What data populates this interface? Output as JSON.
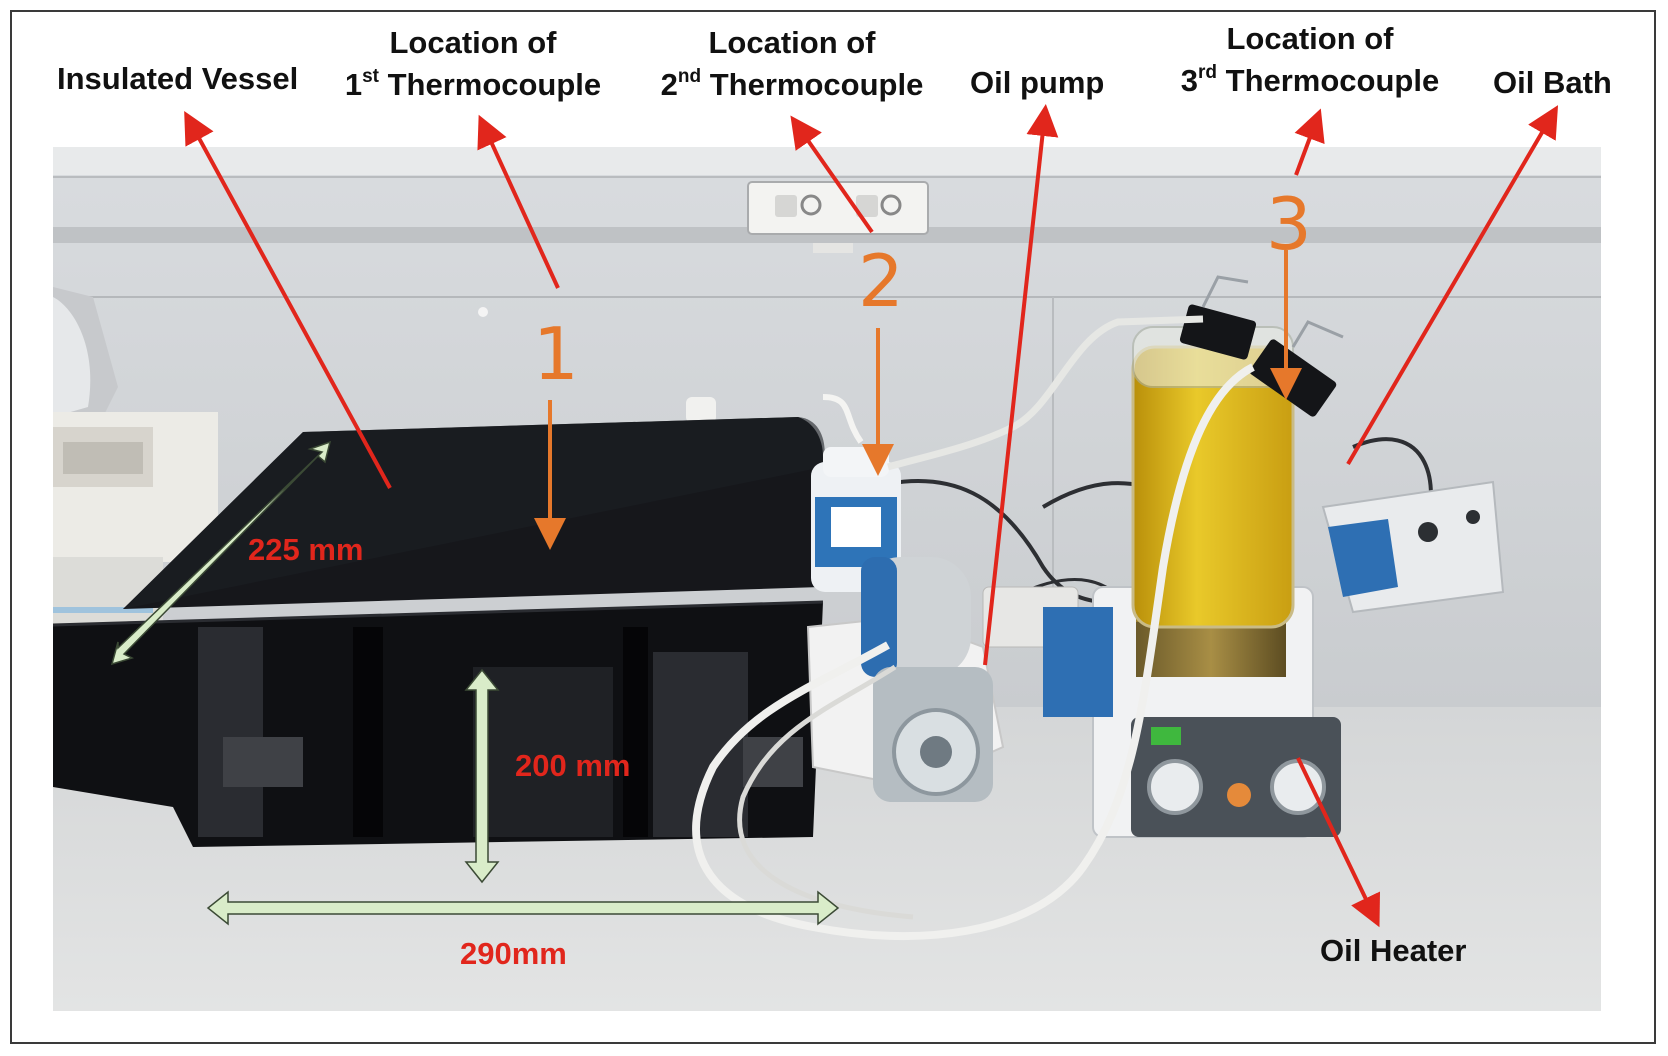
{
  "labels": {
    "insulated_vessel": "Insulated Vessel",
    "thermocouple_1": {
      "line1": "Location of",
      "prefix": "1",
      "sup": "st",
      "suffix": " Thermocouple"
    },
    "thermocouple_2": {
      "line1": "Location of",
      "prefix": "2",
      "sup": "nd",
      "suffix": " Thermocouple"
    },
    "thermocouple_3": {
      "line1": "Location of",
      "prefix": "3",
      "sup": "rd",
      "suffix": " Thermocouple"
    },
    "oil_pump": "Oil pump",
    "oil_bath": "Oil Bath",
    "oil_heater": "Oil Heater"
  },
  "dimensions": {
    "width": "225 mm",
    "height": "200 mm",
    "length": "290mm"
  },
  "markers": [
    "1",
    "2",
    "3"
  ],
  "colors": {
    "pointer_arrow": "#e1261c",
    "thermocouple_marker": "#e6782b",
    "dimension_arrow": "#d9ecc9",
    "dimension_text": "#e1261c"
  }
}
